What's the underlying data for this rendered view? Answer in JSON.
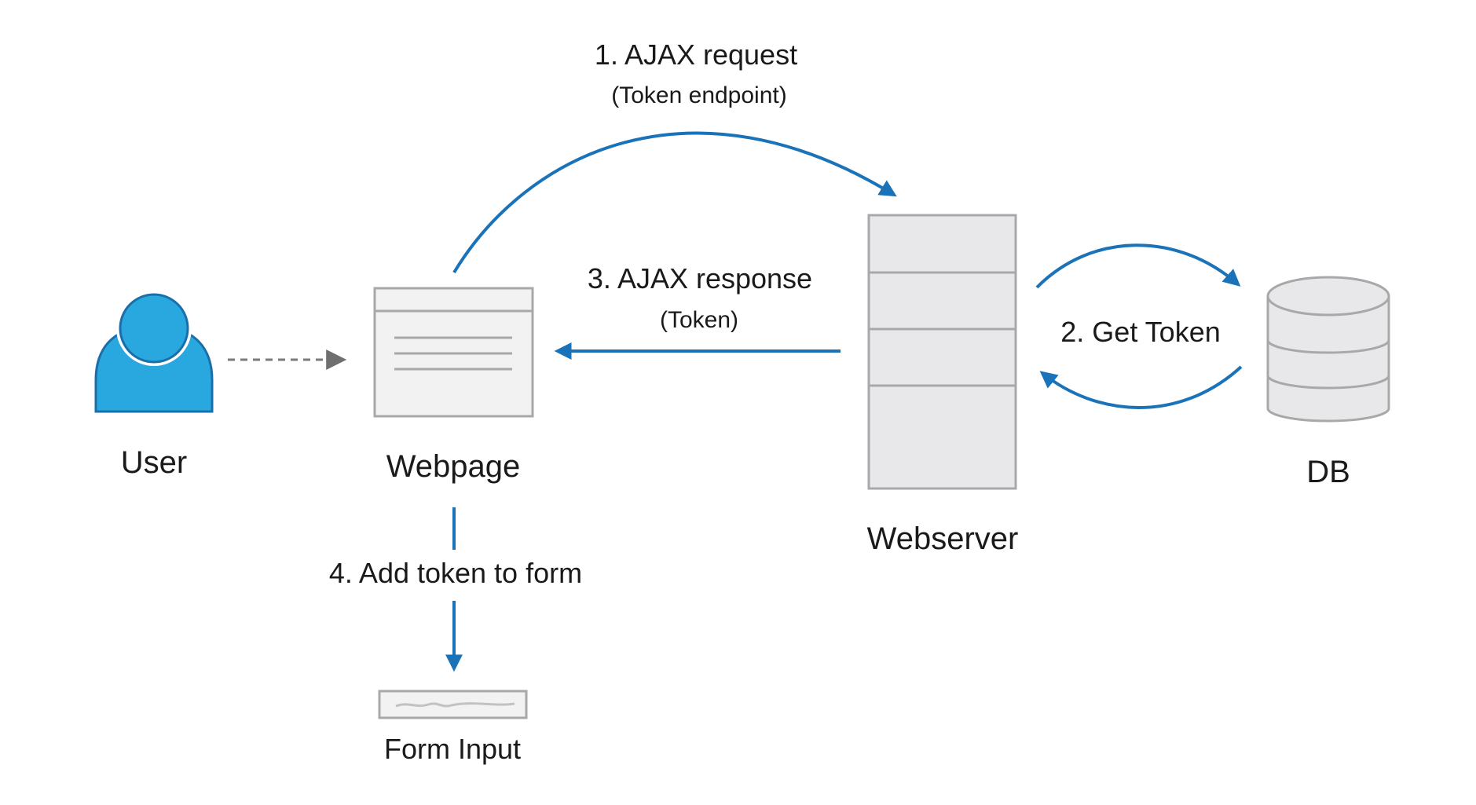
{
  "nodes": {
    "user": {
      "label": "User"
    },
    "webpage": {
      "label": "Webpage"
    },
    "webserver": {
      "label": "Webserver"
    },
    "db": {
      "label": "DB"
    },
    "form_input": {
      "label": "Form Input"
    }
  },
  "edges": {
    "ajax_request": {
      "label": "1. AJAX request",
      "sublabel": "(Token endpoint)"
    },
    "get_token": {
      "label": "2. Get Token"
    },
    "ajax_response": {
      "label": "3. AJAX response",
      "sublabel": "(Token)"
    },
    "add_token": {
      "label": "4. Add token to form"
    }
  },
  "colors": {
    "arrow_blue": "#1a73b8",
    "user_fill": "#29a8e0",
    "user_stroke": "#1a6fa8",
    "icon_gray_fill": "#e8e8ea",
    "icon_gray_stroke": "#a8a8a8",
    "dashed_gray": "#7a7a7a"
  }
}
